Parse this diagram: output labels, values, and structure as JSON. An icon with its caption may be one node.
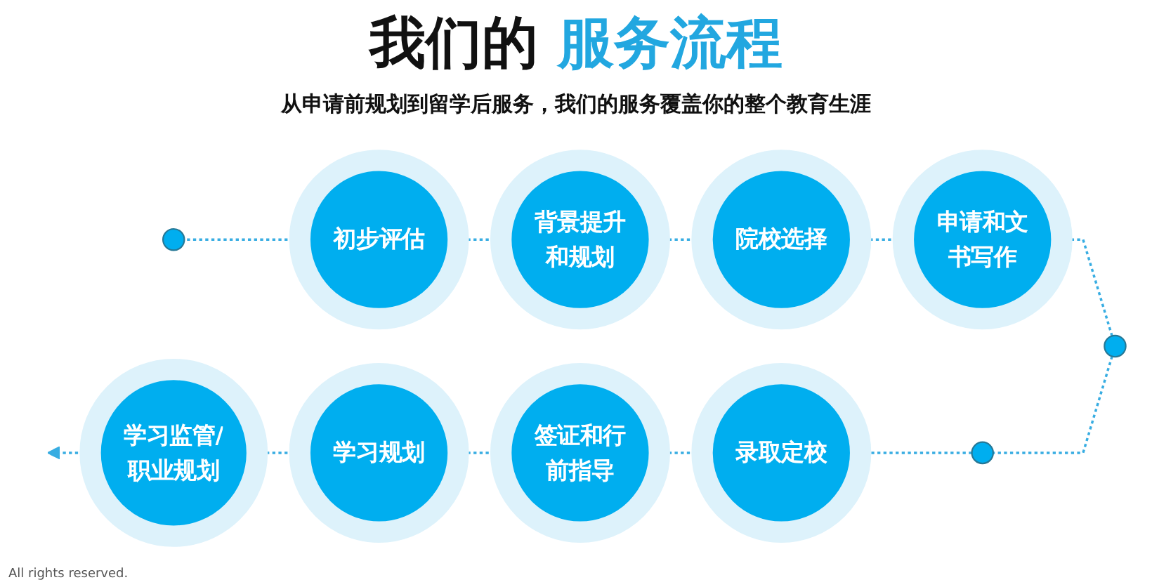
{
  "diagram": {
    "title": "我们的 服务流程",
    "nodes": [
      {
        "text": [],
        "shape": "circle"
      },
      {
        "text": [
          "初步评估"
        ]
      },
      {
        "text": [
          "背景提升和规划"
        ]
      },
      {
        "text": [
          "院校选择"
        ]
      },
      {
        "text": [
          "申请和文书写作"
        ]
      },
      {
        "text": [],
        "shape": "circle"
      },
      {
        "text": [
          "学习监管/职业规划"
        ]
      },
      {
        "text": [
          "学习规划"
        ]
      },
      {
        "text": [
          "签证和行前指导"
        ]
      },
      {
        "text": [
          "录取定校"
        ]
      },
      {
        "text": [],
        "shape": "circle"
      }
    ],
    "edges": [
      {
        "from": 0,
        "to": 1,
        "arrow": "none",
        "style": "dashed"
      },
      {
        "from": 1,
        "to": 2,
        "arrow": "none",
        "style": "dashed"
      },
      {
        "from": 2,
        "to": 3,
        "arrow": "none",
        "style": "dashed"
      },
      {
        "from": 3,
        "to": 4,
        "arrow": "none",
        "style": "dashed"
      },
      {
        "from": 4,
        "to": 5,
        "arrow": "none",
        "style": "dashed"
      },
      {
        "from": 5,
        "to": 10,
        "arrow": "none",
        "style": "dashed"
      },
      {
        "from": 10,
        "to": 9,
        "arrow": "none",
        "style": "dashed"
      },
      {
        "from": 9,
        "to": 8,
        "arrow": "none",
        "style": "dashed"
      },
      {
        "from": 8,
        "to": 7,
        "arrow": "none",
        "style": "dashed"
      },
      {
        "from": 7,
        "to": 6,
        "arrow": "none",
        "style": "dashed"
      },
      {
        "from": 6,
        "to": null,
        "arrow": "to",
        "style": "dashed"
      }
    ],
    "labels": [
      "从申请前规划到留学后服务，我们的服务覆盖你的整个教育生涯",
      "All rights reserved."
    ]
  }
}
